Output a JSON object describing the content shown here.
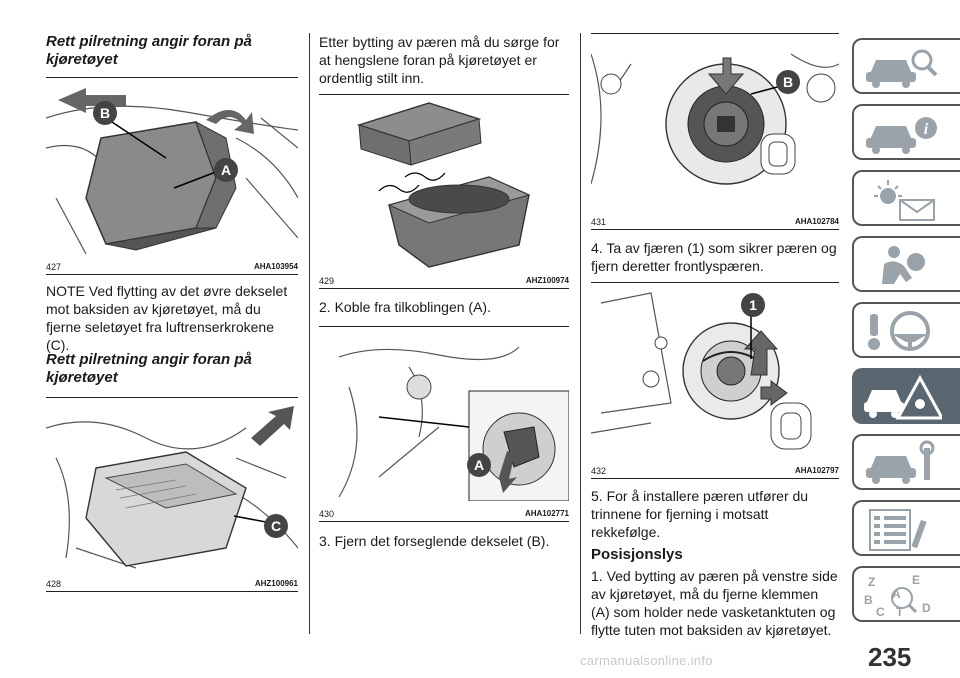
{
  "col1": {
    "title1": "Rett pilretning angir foran på kjøretøyet",
    "fig427": {
      "num": "427",
      "code": "AHA103954",
      "labels": [
        "B",
        "A"
      ]
    },
    "para1": "NOTE  Ved flytting av det øvre dekselet mot baksiden av kjøretøyet, må du fjerne seletøyet fra luftrenserkrokene (C).",
    "title2": "Rett pilretning angir foran på kjøretøyet",
    "fig428": {
      "num": "428",
      "code": "AHZ100961",
      "labels": [
        "C"
      ]
    }
  },
  "col2": {
    "para1": "Etter bytting av pæren må du sørge for at hengslene foran på kjøretøyet er ordentlig stilt inn.",
    "fig429": {
      "num": "429",
      "code": "AHZ100974"
    },
    "step2": "2. Koble fra tilkoblingen (A).",
    "fig430": {
      "num": "430",
      "code": "AHA102771",
      "labels": [
        "A"
      ]
    },
    "step3": "3. Fjern det forseglende dekselet (B)."
  },
  "col3": {
    "fig431": {
      "num": "431",
      "code": "AHA102784",
      "labels": [
        "B"
      ]
    },
    "step4": "4. Ta av fjæren (1) som sikrer pæren og fjern deretter frontlyspæren.",
    "fig432": {
      "num": "432",
      "code": "AHA102797",
      "labels": [
        "1"
      ]
    },
    "step5": "5. For å installere pæren utfører du trinnene for fjerning i motsatt rekkefølge.",
    "subhead": "Posisjonslys",
    "step1": "1. Ved bytting av pæren på venstre side av kjøretøyet, må du fjerne klemmen (A) som holder nede vasketanktuten og flytte tuten mot baksiden av kjøretøyet."
  },
  "sidebar": {
    "tabs": [
      {
        "icon": "car-search-icon"
      },
      {
        "icon": "car-info-icon"
      },
      {
        "icon": "warning-lights-icon"
      },
      {
        "icon": "airbag-seat-icon"
      },
      {
        "icon": "steering-wheel-icon"
      },
      {
        "icon": "car-breakdown-icon",
        "active": true
      },
      {
        "icon": "car-maintenance-icon"
      },
      {
        "icon": "spec-list-icon"
      },
      {
        "icon": "alphabet-index-icon"
      }
    ],
    "letters": [
      "Z",
      "E",
      "B",
      "A",
      "D",
      "C",
      "T"
    ],
    "active_color": "#5b6770"
  },
  "page_number": "235",
  "watermark": "carmanualsonline.info"
}
